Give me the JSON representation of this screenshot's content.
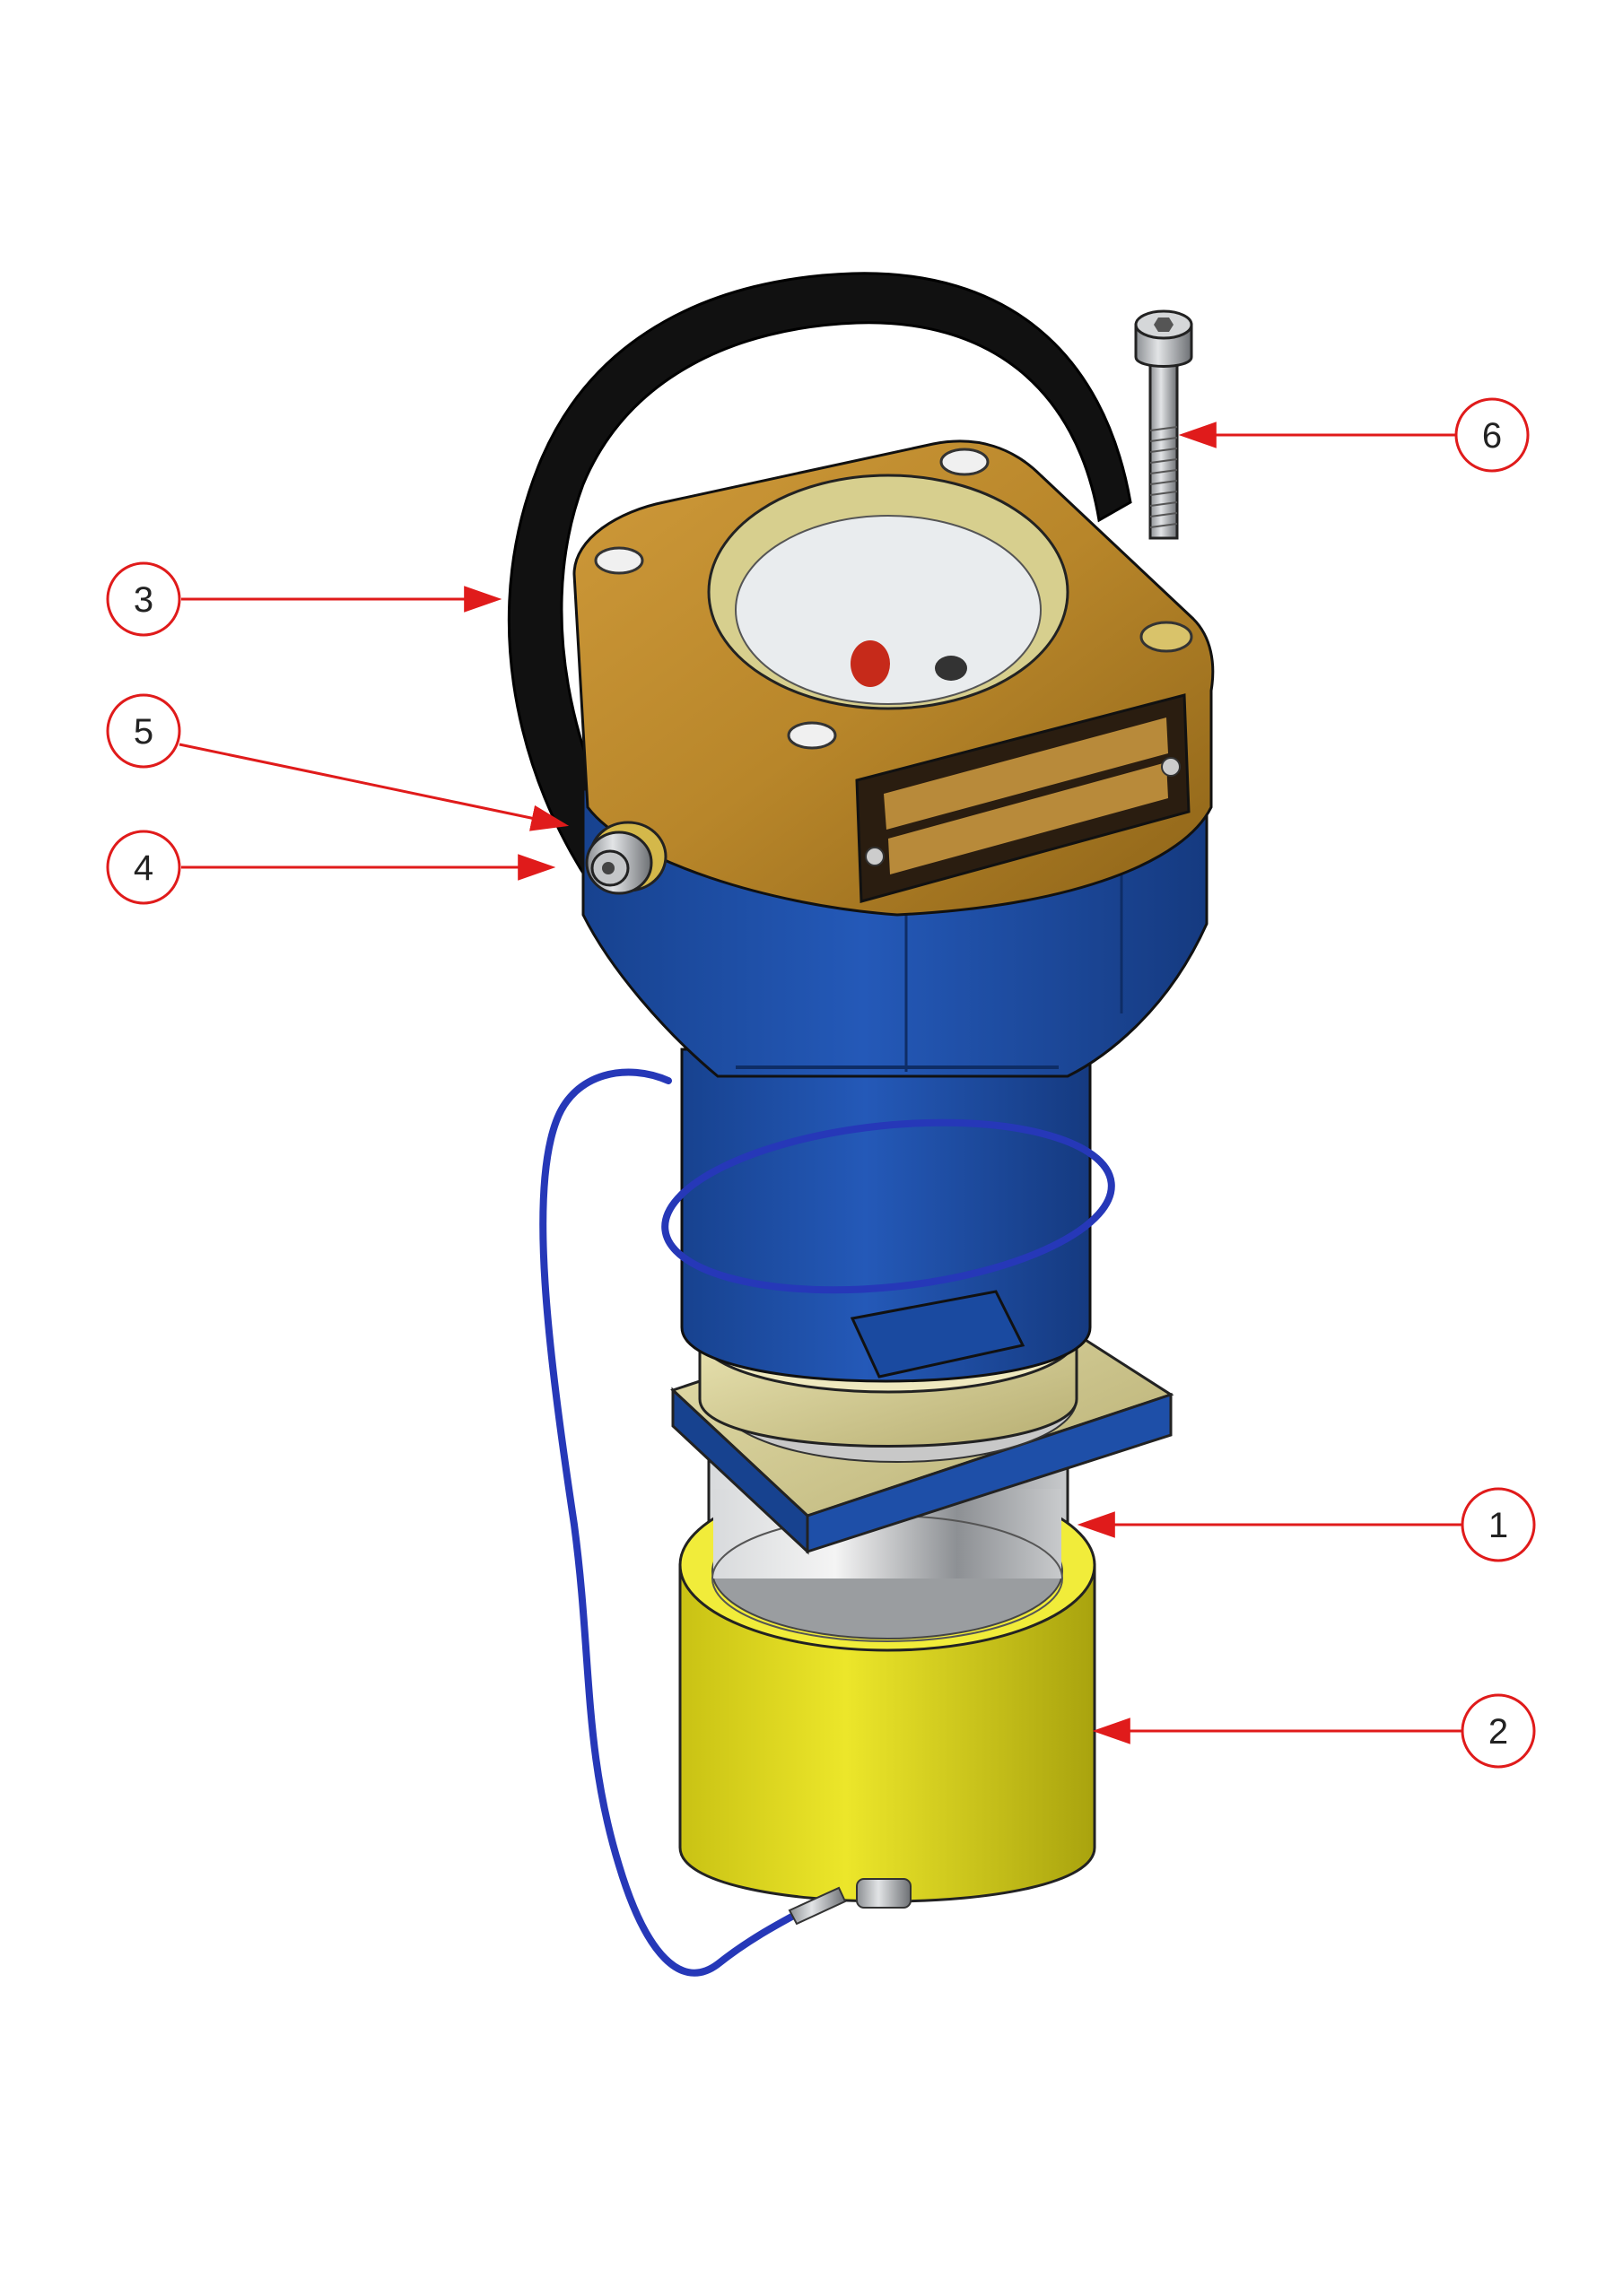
{
  "callouts": [
    {
      "id": "1",
      "label": "1"
    },
    {
      "id": "2",
      "label": "2"
    },
    {
      "id": "3",
      "label": "3"
    },
    {
      "id": "4",
      "label": "4"
    },
    {
      "id": "5",
      "label": "5"
    },
    {
      "id": "6",
      "label": "6"
    }
  ],
  "colors": {
    "callout": "#e01b1b",
    "body_blue": "#1e4fa8",
    "head_gold": "#b8862a",
    "cap_yellow": "#d9d41e",
    "strap": "#111111",
    "wire": "#2638b8",
    "steel": "#b9bcbf"
  }
}
